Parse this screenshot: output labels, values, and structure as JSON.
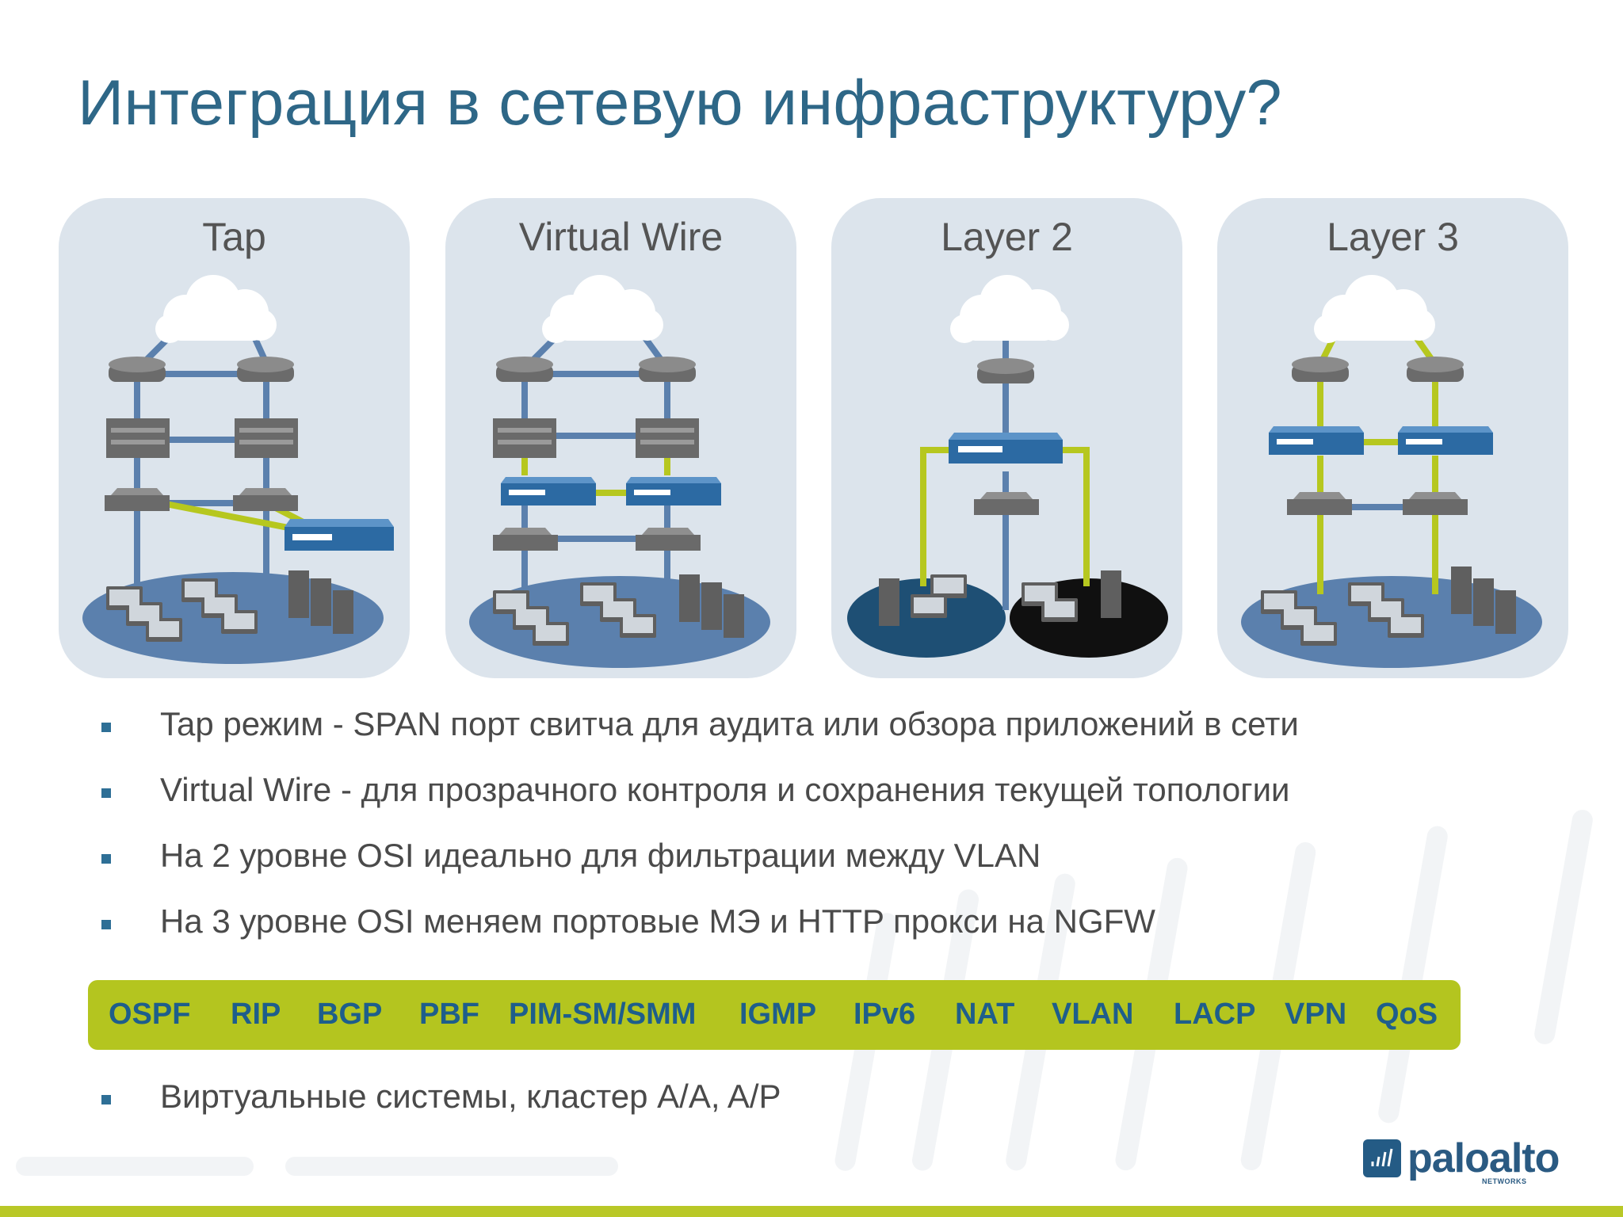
{
  "title": "Интеграция в сетевую инфраструктуру?",
  "panels": [
    {
      "label": "Tap"
    },
    {
      "label": "Virtual Wire"
    },
    {
      "label": "Layer 2"
    },
    {
      "label": "Layer 3"
    }
  ],
  "bullets": [
    "Tap режим - SPAN порт свитча для аудита или обзора приложений в сети",
    "Virtual Wire - для прозрачного контроля и сохранения текущей топологии",
    "На 2 уровне OSI идеально для фильтрации между VLAN",
    "На 3 уровне OSI меняем портовые МЭ и HTTP прокси на NGFW"
  ],
  "protocols": [
    "OSPF",
    "RIP",
    "BGP",
    "PBF",
    "PIM-SM/SMM",
    "IGMP",
    "IPv6",
    "NAT",
    "VLAN",
    "LACP",
    "VPN",
    "QoS"
  ],
  "extra_bullet": "Виртуальные системы, кластер A/A, A/P",
  "logo": {
    "name": "paloalto",
    "sub": "NETWORKS"
  },
  "colors": {
    "title": "#2e6787",
    "panel_bg": "#dce4ec",
    "link_blue": "#5b80ad",
    "link_green": "#b6c71f",
    "protocol_bar": "#b4c51f",
    "protocol_text": "#1e5e8b",
    "bullet_marker": "#2e6f96"
  }
}
